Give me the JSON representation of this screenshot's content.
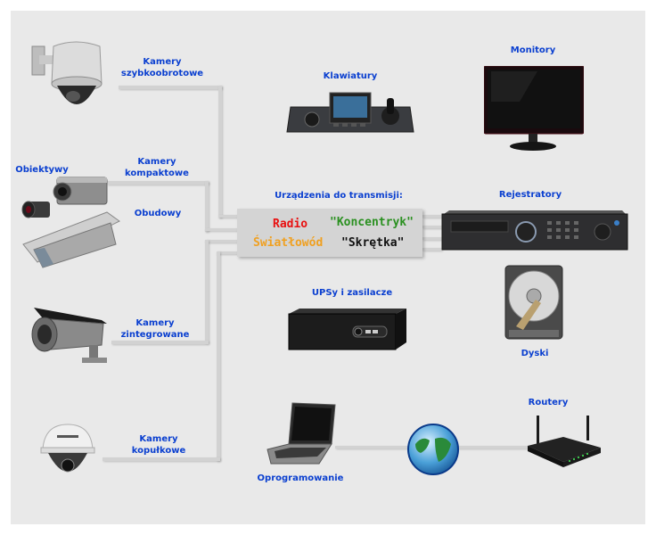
{
  "diagram": {
    "colors": {
      "label": "#0a3fd0",
      "background": "#e9e9e9",
      "radio": "#e81010",
      "koncentryk": "#2a9020",
      "swiatlowod": "#f0a020",
      "skretka": "#111111"
    },
    "labels": {
      "speed_dome_l1": "Kamery",
      "speed_dome_l2": "szybkoobrotowe",
      "lenses": "Obiektywy",
      "compact_l1": "Kamery",
      "compact_l2": "kompaktowe",
      "housings": "Obudowy",
      "integrated_l1": "Kamery",
      "integrated_l2": "zintegrowane",
      "dome_l1": "Kamery",
      "dome_l2": "kopułkowe",
      "keyboards": "Klawiatury",
      "monitors": "Monitory",
      "transmission_title": "Urządzenia do transmisji:",
      "recorders": "Rejestratory",
      "ups": "UPSy i zasilacze",
      "disks": "Dyski",
      "software": "Oprogramowanie",
      "routers": "Routery"
    },
    "transmission": {
      "radio": "Radio",
      "koncentryk": "\"Koncentryk\"",
      "swiatlowod": "Światłowód",
      "skretka": "\"Skrętka\""
    },
    "icons": [
      "speed-dome-camera",
      "box-camera",
      "lens",
      "camera-housing",
      "bullet-camera",
      "dome-camera",
      "ptz-keyboard",
      "lcd-monitor",
      "dvr-recorder",
      "hard-disk",
      "ups-unit",
      "laptop",
      "globe",
      "router"
    ]
  }
}
